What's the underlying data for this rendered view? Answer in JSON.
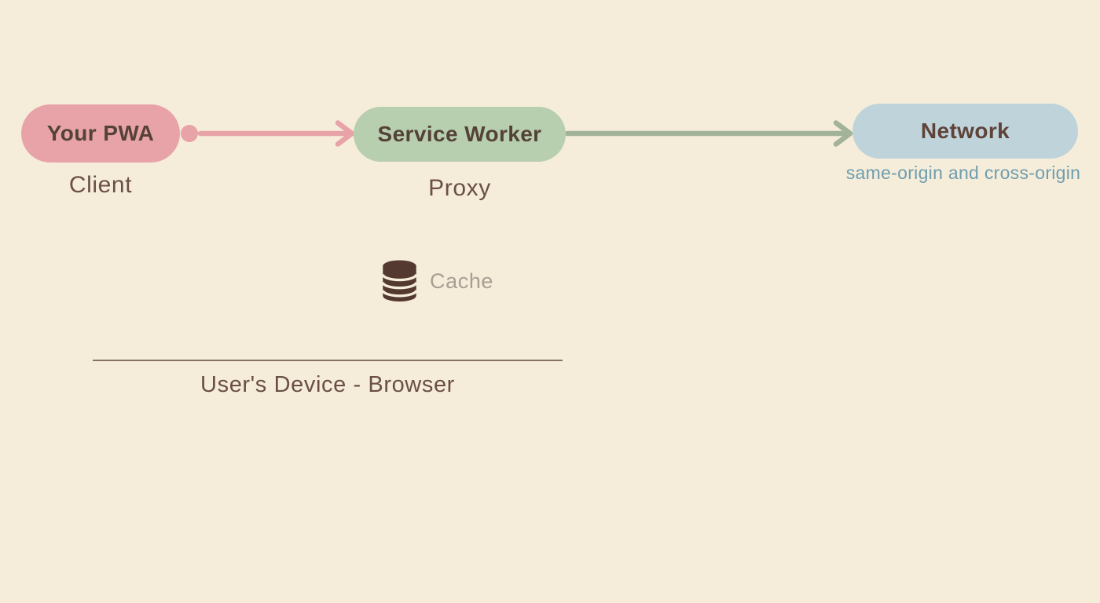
{
  "diagram": {
    "background": "#f5edda",
    "nodes": [
      {
        "id": "your-pwa",
        "label": "Your PWA",
        "sublabel": "Client",
        "fill": "#e8a3a8",
        "label_color": "#544238",
        "sublabel_color": "#6b4f47"
      },
      {
        "id": "service-worker",
        "label": "Service Worker",
        "sublabel": "Proxy",
        "fill": "#b7cfae",
        "label_color": "#544238",
        "sublabel_color": "#6b4f47"
      },
      {
        "id": "network",
        "label": "Network",
        "sublabel": "same-origin and cross-origin",
        "fill": "#bfd3da",
        "label_color": "#5f4339",
        "sublabel_color": "#6f9dae"
      }
    ],
    "arrows": [
      {
        "id": "pwa-to-service-worker",
        "from": "your-pwa",
        "to": "service-worker",
        "color": "#e8a3a8",
        "start": "dot",
        "end": "arrowhead"
      },
      {
        "id": "service-worker-to-network",
        "from": "service-worker",
        "to": "network",
        "color": "#a2b399",
        "end": "arrowhead"
      }
    ],
    "cache": {
      "label": "Cache",
      "icon": "database-icon",
      "icon_color": "#53392f",
      "label_color": "#a89e93"
    },
    "boundary": {
      "label": "User's Device - Browser",
      "line_color": "#8a7064",
      "label_color": "#6b4f47"
    }
  }
}
